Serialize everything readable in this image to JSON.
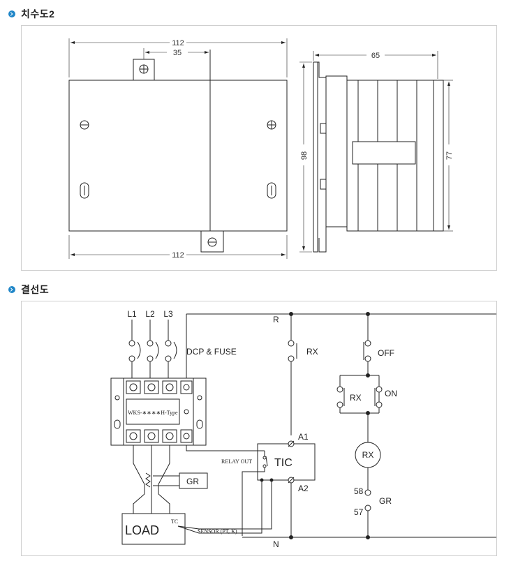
{
  "sections": {
    "dimension_title": "치수도2",
    "wiring_title": "결선도"
  },
  "dimension": {
    "width_top": "112",
    "width_bottom": "112",
    "offset": "35",
    "depth": "65",
    "height_left": "98",
    "height_right": "77"
  },
  "wiring": {
    "l1": "L1",
    "l2": "L2",
    "l3": "L3",
    "dcp_fuse": "DCP & FUSE",
    "model": "WKS-∗∗∗∗H-Type",
    "r": "R",
    "n": "N",
    "rx1": "RX",
    "off": "OFF",
    "rx2": "RX",
    "on": "ON",
    "a1": "A1",
    "a2": "A2",
    "relay_out": "RELAY OUT",
    "tic": "TIC",
    "gr_box": "GR",
    "load": "LOAD",
    "tc": "TC",
    "sensor": "SENSOR (PT, K)",
    "rx_coil": "RX",
    "t58": "58",
    "t57": "57",
    "gr2": "GR"
  }
}
